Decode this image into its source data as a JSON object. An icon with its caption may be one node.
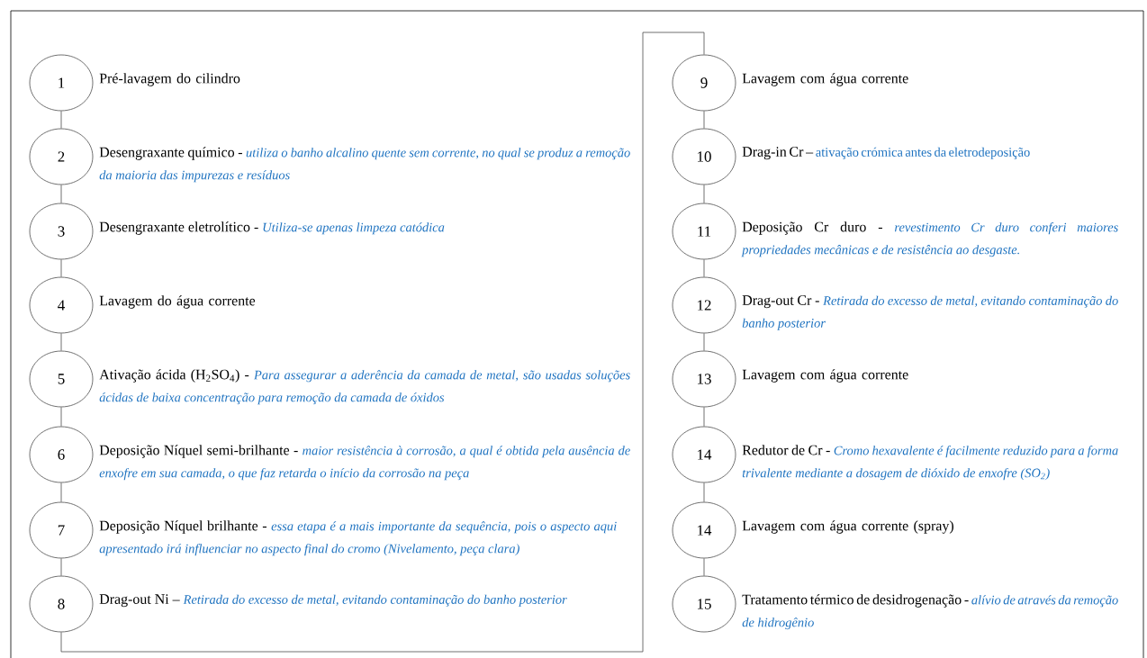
{
  "diagram": {
    "nodes": [
      {
        "text": [
          "1"
        ],
        "beside": [
          "Pré-lavagem do cilindro"
        ]
      },
      {
        "text": [
          "2"
        ],
        "beside": [
          "Desengraxante químico -",
          "utiliza o banho alcalino quente sem corrente, no qual se produz a remoção da maioria das impurezas e resíduos"
        ]
      },
      {
        "text": [
          "3"
        ],
        "beside": [
          "Desengraxante eletrolítico -",
          "Utiliza-se apenas limpeza catódica"
        ]
      },
      {
        "text": [
          "4"
        ],
        "beside": [
          "Lavagem do água corrente"
        ]
      },
      {
        "text": [
          "5"
        ],
        "beside": [
          "Ativação ácida (H$_{2}$SO$_{4}$) -",
          "Para assegurar a aderência da camada de metal, são usadas soluções ácidas de baixa concentração para remoção da camada de óxidos"
        ]
      },
      {
        "text": [
          "6"
        ],
        "beside": [
          "Deposição Níquel semi-brilhante -",
          "maior resistência à corrosão, a qual é obtida pela ausência de enxofre em sua camada, o que faz retarda o início da corrosão na peça"
        ]
      },
      {
        "text": [
          "7"
        ],
        "beside": [
          "Deposição Níquel brilhante -",
          "essa etapa é a mais importante da sequência, pois o aspecto aqui apresentado irá influenciar no aspecto final do cromo (Nivelamento, peça clara)"
        ]
      },
      {
        "text": [
          "8"
        ],
        "beside": [
          "Drag-out Ni –",
          "Retirada do excesso de metal, evitando contaminação do banho posterior"
        ]
      },
      {
        "text": [
          "9"
        ],
        "beside": [
          "Lavagem com água corrente"
        ]
      },
      {
        "text": [
          "10"
        ],
        "beside": [
          "Drag-in Cr –",
          "ativação crómica antes da eletrodeposição"
        ]
      },
      {
        "text": [
          "11"
        ],
        "beside": [
          "Deposição Cr duro -",
          "revestimento Cr duro conferi maiores propriedades mecânicas e de resistência ao desgaste."
        ]
      },
      {
        "text": [
          "12"
        ],
        "beside": [
          "Drag-out Cr -",
          "Retirada do excesso de metal, evitando contaminação do banho posterior"
        ]
      },
      {
        "text": [
          "13"
        ],
        "beside": [
          "Lavagem com água corrente"
        ]
      },
      {
        "text": [
          "14"
        ],
        "beside": [
          "Redutor de Cr -",
          "Cromo hexavalente é facilmente reduzido para a forma trivalente mediante a dosagem de dióxido de enxofre (SO$_{2}$)"
        ]
      },
      {
        "text": [
          "14"
        ],
        "beside": [
          "Lavagem com água corrente (spray)"
        ]
      },
      {
        "text": [
          "15"
        ],
        "beside": [
          "Tratamento térmico de desidrogenação -",
          "alívio de através da remoção de hidrogênio"
        ]
      }
    ],
    "edges": [
      {
        "from": 0,
        "to": 1,
        "arrow": "none"
      },
      {
        "from": 1,
        "to": 2,
        "arrow": "none"
      },
      {
        "from": 2,
        "to": 3,
        "arrow": "none"
      },
      {
        "from": 3,
        "to": 4,
        "arrow": "none"
      },
      {
        "from": 4,
        "to": 5,
        "arrow": "none"
      },
      {
        "from": 5,
        "to": 6,
        "arrow": "none"
      },
      {
        "from": 6,
        "to": 7,
        "arrow": "none"
      },
      {
        "from": 7,
        "to": 8,
        "arrow": "none"
      },
      {
        "from": 8,
        "to": 9,
        "arrow": "none"
      },
      {
        "from": 9,
        "to": 10,
        "arrow": "none"
      },
      {
        "from": 10,
        "to": 11,
        "arrow": "none"
      },
      {
        "from": 11,
        "to": 12,
        "arrow": "none"
      },
      {
        "from": 12,
        "to": 13,
        "arrow": "none"
      },
      {
        "from": 13,
        "to": 14,
        "arrow": "none"
      },
      {
        "from": 14,
        "to": 15,
        "arrow": "none"
      }
    ]
  }
}
